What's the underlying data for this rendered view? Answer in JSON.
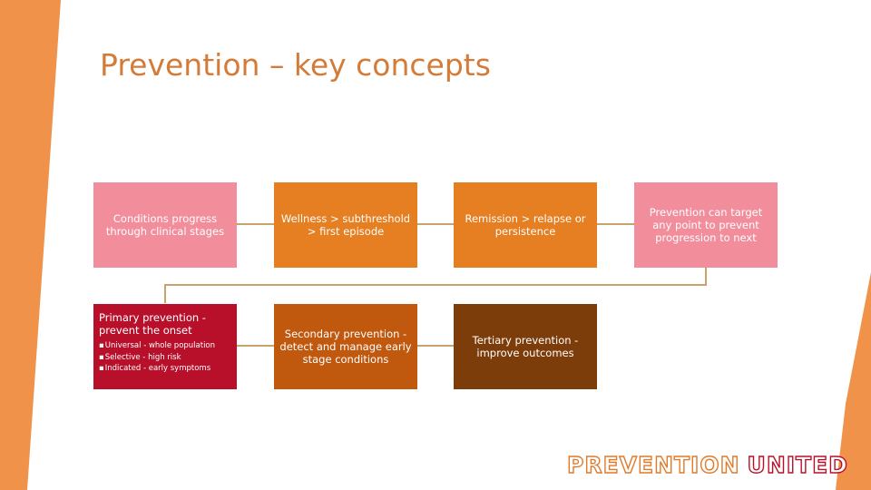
{
  "slide": {
    "title": "Prevention – key concepts"
  },
  "boxes": {
    "row1": [
      {
        "text": "Conditions progress through clinical stages"
      },
      {
        "text": "Wellness > subthreshold > first episode"
      },
      {
        "text": "Remission > relapse or persistence"
      },
      {
        "text": "Prevention can target any point to prevent progression to next"
      }
    ],
    "row2": {
      "primary": {
        "heading": "Primary prevention - prevent the onset",
        "items": [
          "Universal - whole population",
          "Selective - high risk",
          "Indicated - early symptoms"
        ]
      },
      "secondary": {
        "text": "Secondary prevention - detect and manage early stage conditions"
      },
      "tertiary": {
        "text": "Tertiary prevention - improve outcomes"
      }
    }
  },
  "logo": {
    "word1": "PREVENTION",
    "word2": "UNITED"
  },
  "colors": {
    "accent_orange": "#e67e22",
    "stripe": "#f0924a",
    "pink": "#f28d9c",
    "red": "#b8102a",
    "dark_orange": "#c0580e",
    "brown": "#7d3d0b",
    "connector": "#c9a36a"
  }
}
